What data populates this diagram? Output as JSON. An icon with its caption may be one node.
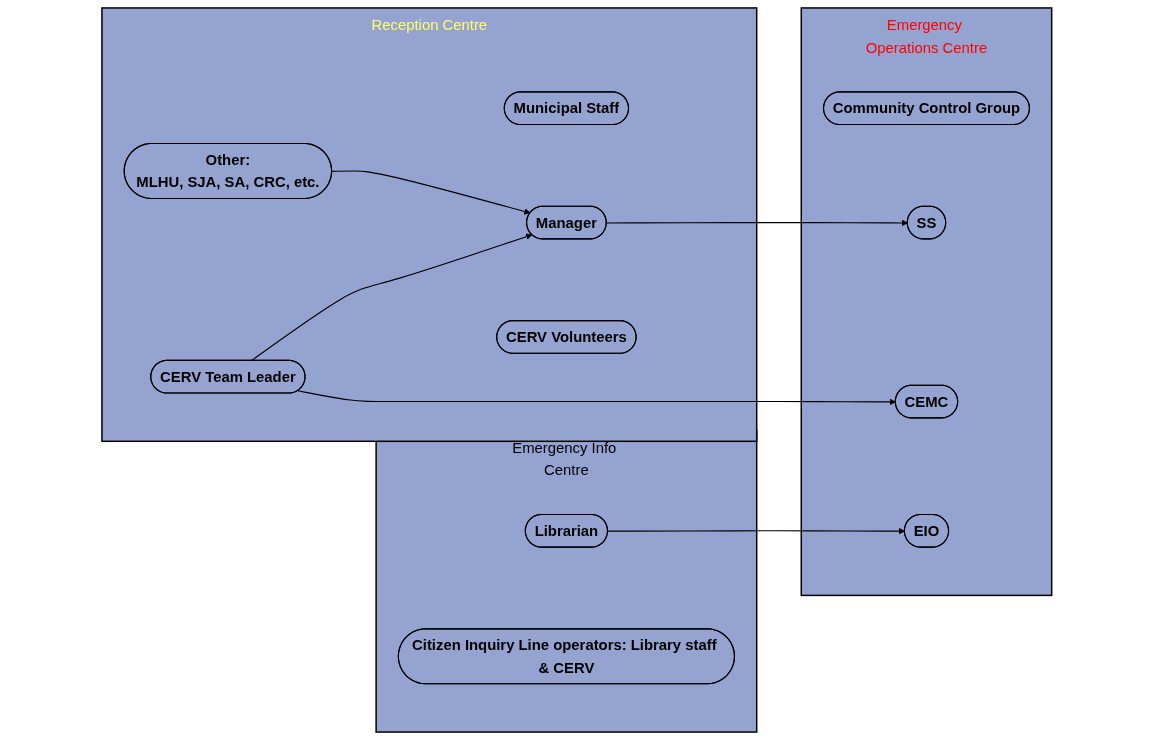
{
  "diagram": {
    "nodes": [
      {
        "text": [
          "Reception Centre"
        ]
      },
      {
        "text": [
          "Municipal Staff"
        ],
        "in": 0
      },
      {
        "text": [
          "Other:",
          "MLHU, SJA, SA, CRC, etc."
        ],
        "in": 0
      },
      {
        "text": [
          "Manager"
        ],
        "in": 0
      },
      {
        "text": [
          "CERV Team Leader"
        ],
        "in": 0
      },
      {
        "text": [
          "CERV Volunteers"
        ],
        "in": 0
      },
      {
        "text": [
          "Emergency Operations Centre"
        ]
      },
      {
        "text": [
          "Community Control Group"
        ],
        "in": 6
      },
      {
        "text": [
          "SS"
        ],
        "in": 6
      },
      {
        "text": [
          "CEMC"
        ],
        "in": 6
      },
      {
        "text": [
          "EIO"
        ],
        "in": 6
      },
      {
        "text": [
          "Emergency Info Centre"
        ]
      },
      {
        "text": [
          "Librarian"
        ],
        "in": 11
      },
      {
        "text": [
          "Citizen Inquiry Line operators: Library staff & CERV"
        ],
        "in": 11
      }
    ],
    "edges": [
      {
        "from": 2,
        "to": 3,
        "arrow": "to"
      },
      {
        "from": 4,
        "to": 3,
        "arrow": "to"
      },
      {
        "from": 3,
        "to": 8,
        "arrow": "to"
      },
      {
        "from": 4,
        "to": 9,
        "arrow": "to"
      },
      {
        "from": 12,
        "to": 10,
        "arrow": "to"
      }
    ]
  }
}
